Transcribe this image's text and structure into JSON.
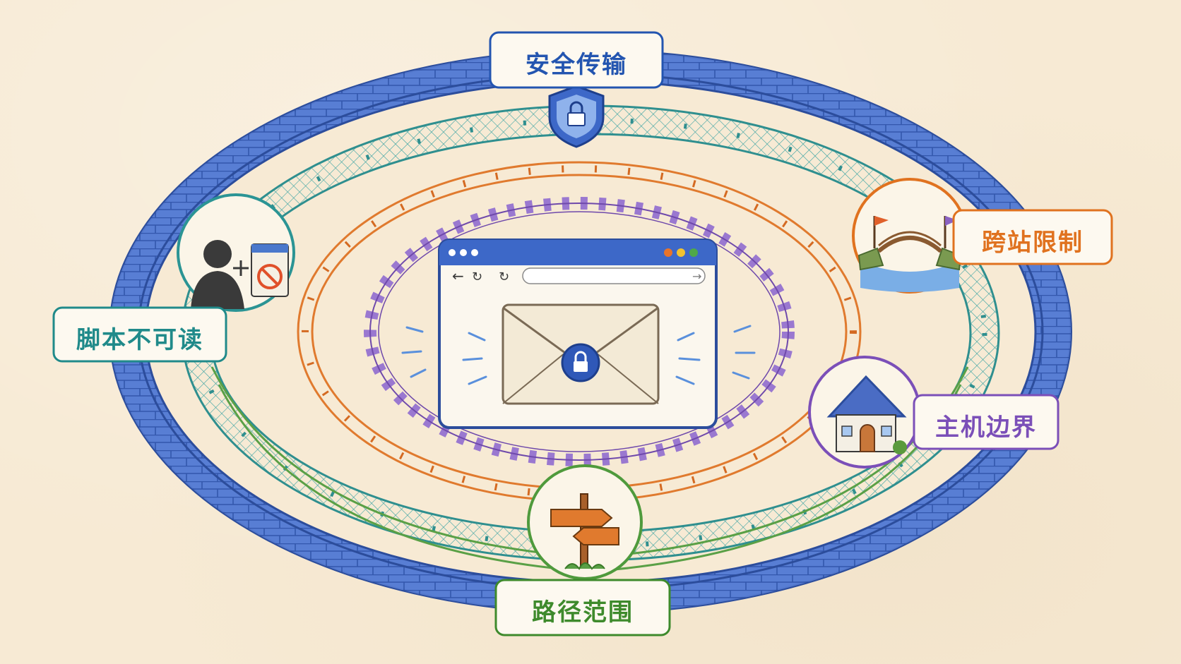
{
  "labels": {
    "secure_transmission": "安全传输",
    "script_unreadable": "脚本不可读",
    "cross_site_restriction": "跨站限制",
    "host_boundary": "主机边界",
    "path_scope": "路径范围"
  },
  "icons": {
    "top": "shield-lock-icon",
    "left": "person-blocked-icon",
    "right_top": "bridge-icon",
    "right_bottom": "house-icon",
    "bottom": "signpost-icon",
    "center": "sealed-envelope-icon"
  },
  "colors": {
    "wall_blue": "#3f67c4",
    "mesh_teal": "#2f9a9a",
    "fence_orange": "#e07a2e",
    "picket_purple": "#8a62c2",
    "path_green": "#4f9a3c",
    "label_blue": "#2355b0",
    "label_teal": "#208a8a",
    "label_orange": "#e0721f",
    "label_purple": "#7b4fb8",
    "label_green": "#3e8a2c"
  }
}
